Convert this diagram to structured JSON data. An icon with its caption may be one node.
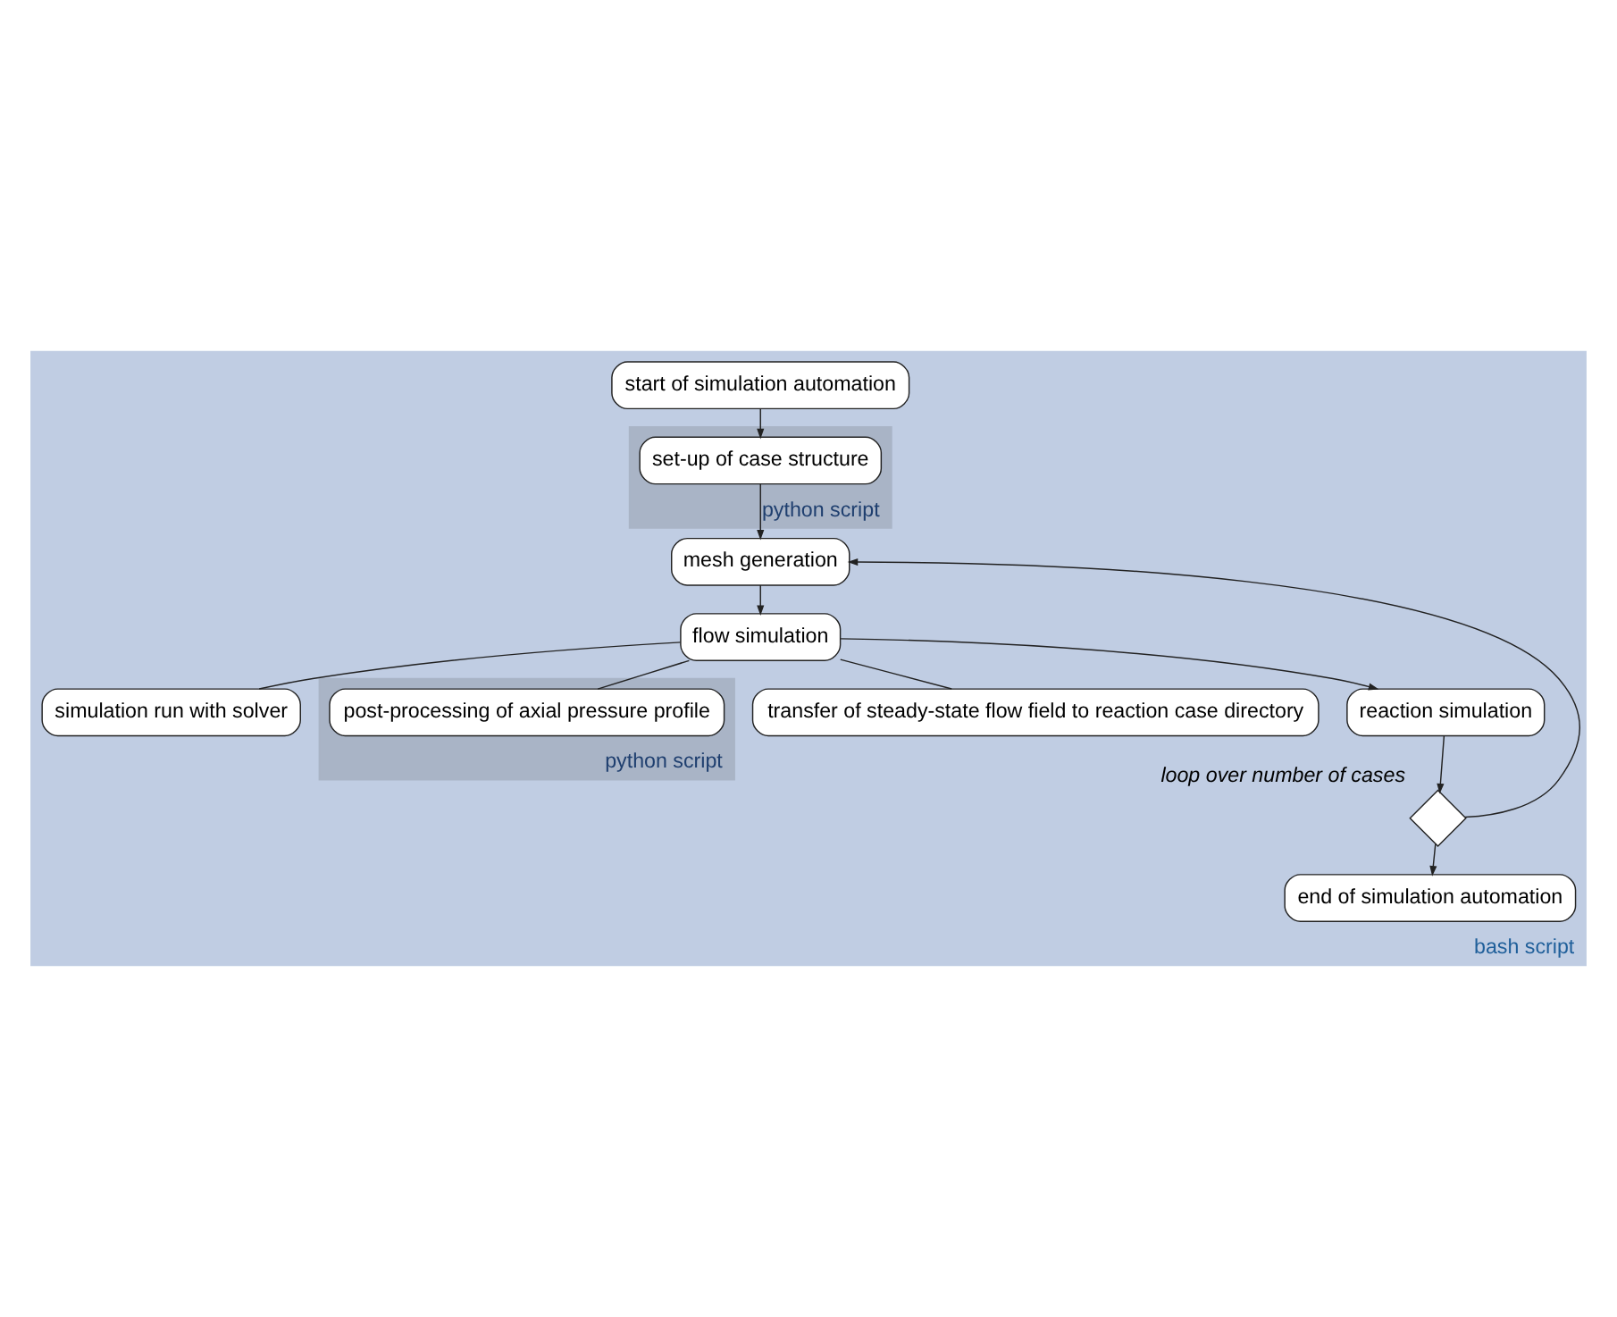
{
  "diagram": {
    "nodes": [
      {
        "text": [
          "bash script"
        ]
      },
      {
        "text": [
          "start of simulation automation"
        ],
        "in": 0
      },
      {
        "text": [
          "python script"
        ],
        "in": 0
      },
      {
        "text": [
          "set-up of case structure"
        ],
        "in": 2
      },
      {
        "text": [
          "mesh generation"
        ],
        "in": 0
      },
      {
        "text": [
          "flow simulation"
        ],
        "in": 0
      },
      {
        "text": [
          "simulation run with solver"
        ],
        "in": 0
      },
      {
        "text": [
          "python script"
        ],
        "in": 0
      },
      {
        "text": [
          "post-processing of axial pressure profile"
        ],
        "in": 7
      },
      {
        "text": [
          "transfer of steady-state flow field to reaction case directory"
        ],
        "in": 0
      },
      {
        "text": [
          "reaction simulation"
        ],
        "in": 0
      },
      {
        "text": [],
        "shape": "diamond",
        "beside": [
          "loop over number of cases"
        ],
        "in": 0
      },
      {
        "text": [
          "end of simulation automation"
        ],
        "in": 0
      }
    ],
    "edges": [
      {
        "from": 1,
        "to": 3,
        "arrow": "to"
      },
      {
        "from": 3,
        "to": 4,
        "arrow": "to"
      },
      {
        "from": 4,
        "to": 5,
        "arrow": "to"
      },
      {
        "from": 5,
        "to": 6,
        "arrow": "none"
      },
      {
        "from": 5,
        "to": 8,
        "arrow": "none"
      },
      {
        "from": 5,
        "to": 9,
        "arrow": "none"
      },
      {
        "from": 5,
        "to": 10,
        "arrow": "to"
      },
      {
        "from": 10,
        "to": 11,
        "arrow": "to"
      },
      {
        "from": 11,
        "to": 4,
        "arrow": "to"
      },
      {
        "from": 11,
        "to": 12,
        "arrow": "to"
      }
    ]
  }
}
